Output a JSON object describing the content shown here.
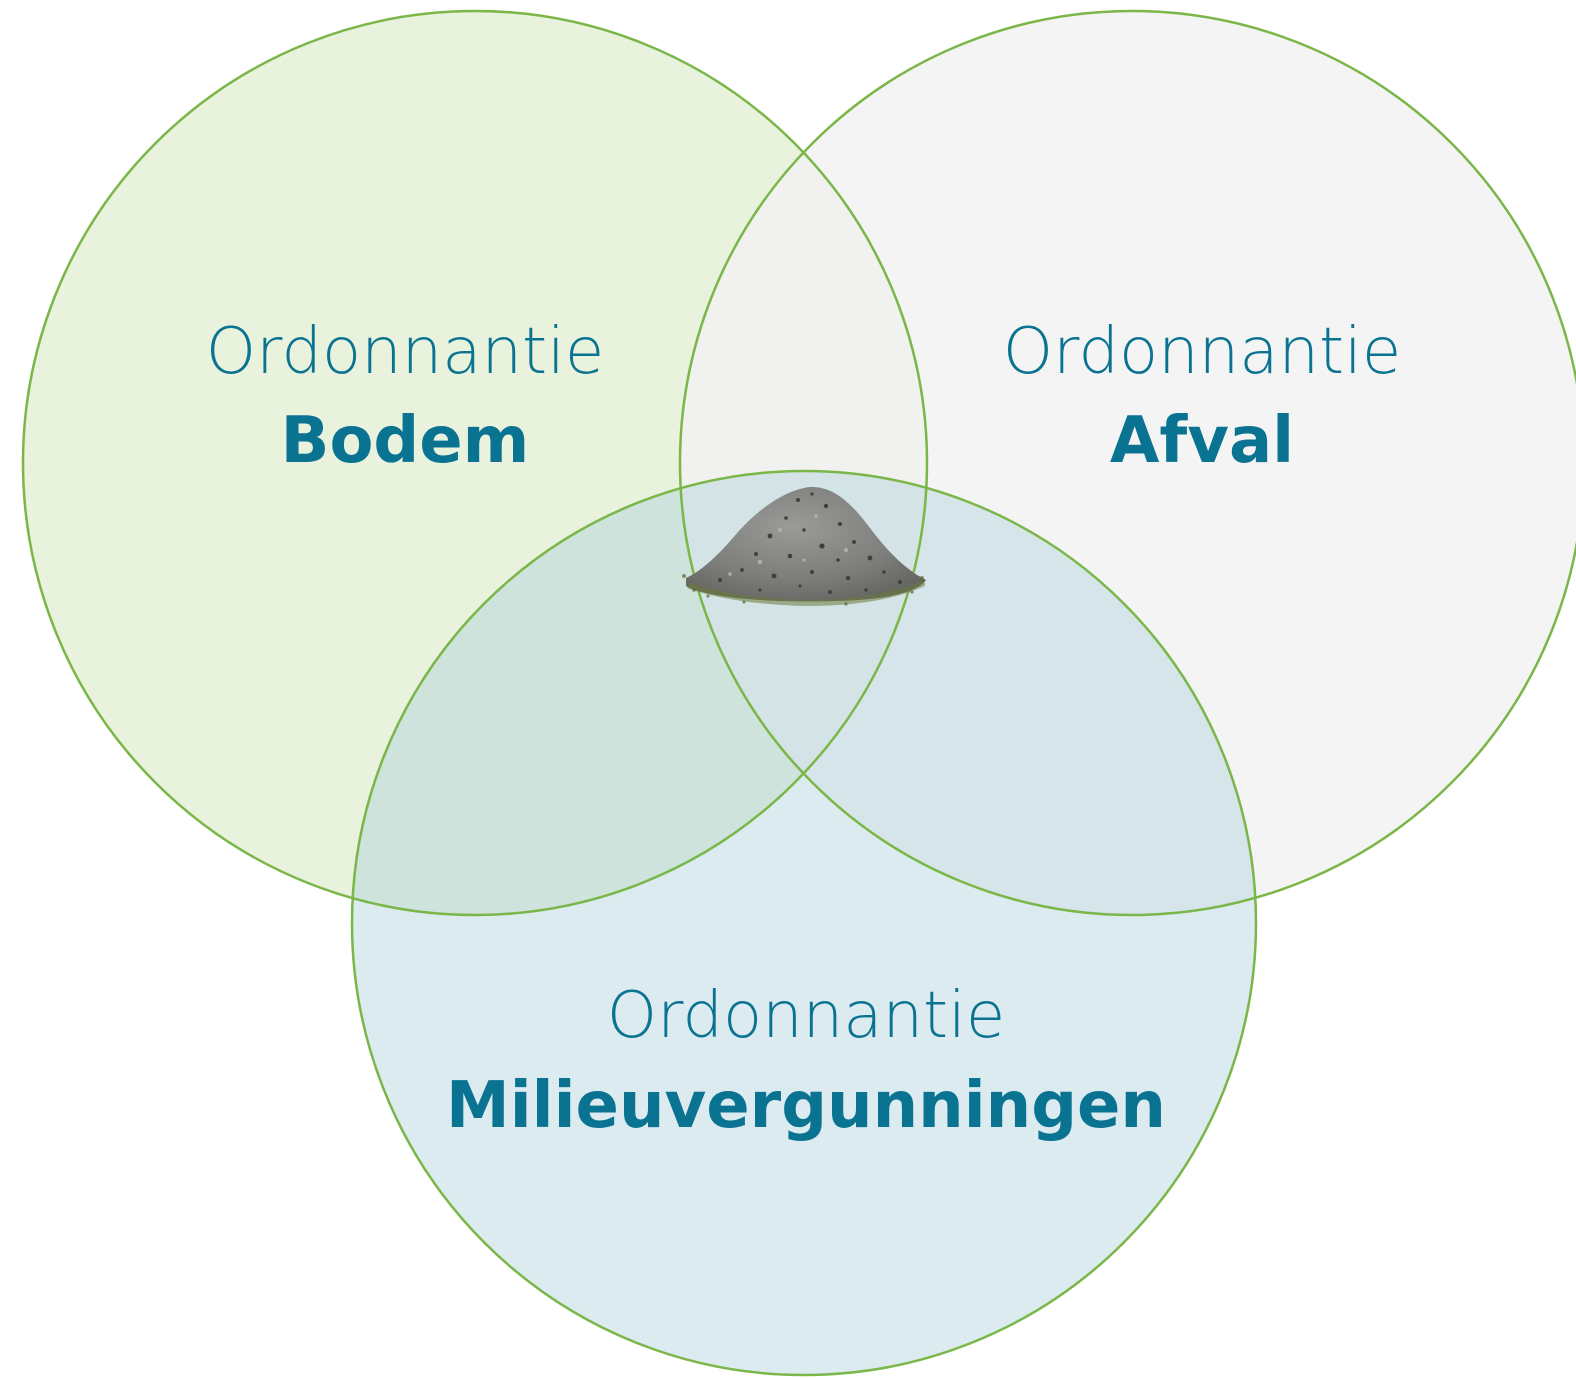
{
  "diagram": {
    "type": "venn",
    "colors": {
      "stroke": "#7ab648",
      "bodem_fill": "#e8f2dc",
      "afval_fill": "#f2f2f2",
      "milieu_fill": "#a9cfd9",
      "text": "#0b7392"
    },
    "circles": [
      {
        "id": "bodem",
        "line1": "Ordonnantie",
        "line2": "Bodem"
      },
      {
        "id": "afval",
        "line1": "Ordonnantie",
        "line2": "Afval"
      },
      {
        "id": "milieu",
        "line1": "Ordonnantie",
        "line2": "Milieuvergunningen"
      }
    ],
    "center_image": "soil-pile-image"
  }
}
